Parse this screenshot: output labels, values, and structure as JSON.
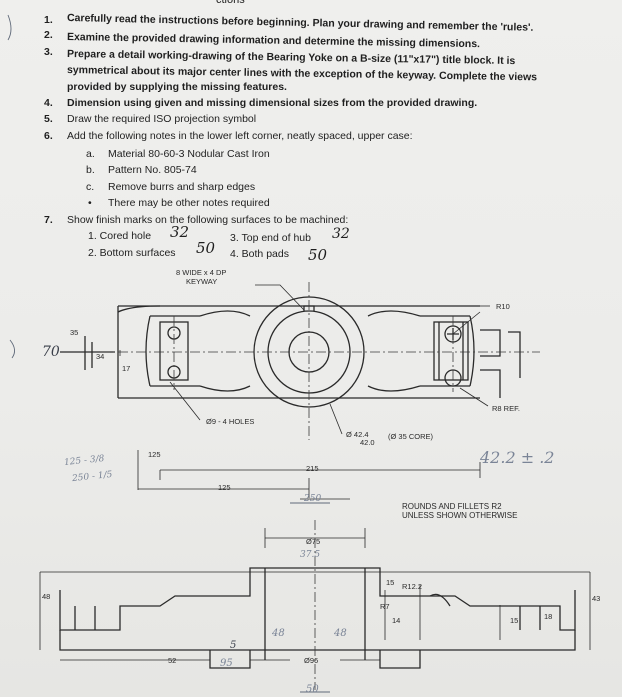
{
  "header_fragment": "ctions",
  "instructions": [
    {
      "num": "1.",
      "text": "Carefully read the instructions before beginning. Plan your drawing and remember the 'rules'."
    },
    {
      "num": "2.",
      "text": "Examine the provided drawing information and determine the missing dimensions."
    },
    {
      "num": "3.",
      "text": "Prepare a detail working-drawing of the Bearing Yoke on a B-size (11\"x17\") title block. It is"
    },
    {
      "num": "",
      "text": "symmetrical about its major center lines with the exception of the keyway. Complete the views"
    },
    {
      "num": "",
      "text": "provided by supplying the missing features."
    },
    {
      "num": "4.",
      "text": "Dimension using given and missing dimensional sizes from the provided drawing."
    },
    {
      "num": "5.",
      "text": "Draw the required ISO projection symbol"
    },
    {
      "num": "6.",
      "text": "Add the following notes in the lower left corner, neatly spaced, upper case:"
    }
  ],
  "notes": [
    {
      "marker": "a.",
      "text": "Material 80-60-3 Nodular Cast Iron"
    },
    {
      "marker": "b.",
      "text": "Pattern No. 805-74"
    },
    {
      "marker": "c.",
      "text": "Remove burrs and sharp edges"
    },
    {
      "marker": "•",
      "text": "There may be other notes required"
    }
  ],
  "finish": {
    "num": "7.",
    "text": "Show finish marks on the following surfaces to be machined:",
    "items": [
      {
        "label": "1.  Cored hole",
        "hand": "32"
      },
      {
        "label": "3.  Top end of hub",
        "hand": "32"
      },
      {
        "label": "2.  Bottom surfaces",
        "hand": "50"
      },
      {
        "label": "4.  Both pads",
        "hand": "50"
      }
    ]
  },
  "drawing": {
    "keyway_note_1": "8 WIDE x 4 DP",
    "keyway_note_2": "KEYWAY",
    "dim_r10": "R10",
    "dim_35": "35",
    "dim_34": "34",
    "dim_17": "17",
    "dim_r8_ref": "R8 REF.",
    "holes": "Ø9 - 4 HOLES",
    "bore_a": "Ø 42.4",
    "bore_b": "42.0",
    "bore_core": "(Ø 35 CORE)",
    "dim_125_v": "125",
    "dim_215": "215",
    "dim_125_h": "125",
    "rounds_1": "ROUNDS AND FILLETS R2",
    "rounds_2": "UNLESS SHOWN OTHERWISE",
    "dim_75": "Ø75",
    "dim_48": "48",
    "dim_15_top": "15",
    "dim_r122": "R12.2",
    "dim_r7": "R7",
    "dim_14": "14",
    "dim_43": "43",
    "dim_15_r": "15",
    "dim_18": "18",
    "dim_52": "52",
    "dim_96": "Ø96"
  },
  "handwritten": {
    "h70": "70",
    "h_tol": "42.2 ± .2",
    "h_125a": "125 - 3/8",
    "h_125b": "250 - 1/5",
    "h_250": "250",
    "h_375": "37.5",
    "h_5": "5",
    "h_48a": "48",
    "h_48b": "48",
    "h_95": "95",
    "h_50": "50"
  }
}
